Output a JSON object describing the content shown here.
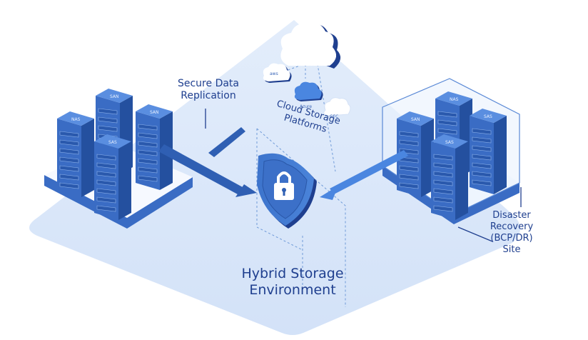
{
  "diagram": {
    "title": "Hybrid Storage Environment",
    "labels": {
      "replication": [
        "Secure Data",
        "Replication"
      ],
      "cloud_platforms": [
        "Cloud Storage",
        "Platforms"
      ],
      "disaster_recovery": [
        "Disaster",
        "Recovery",
        "(BCP/DR)",
        "Site"
      ],
      "environment": [
        "Hybrid Storage",
        "Environment"
      ]
    },
    "cloud_providers": [
      {
        "name": "aws",
        "label": "aws",
        "style": "outline"
      },
      {
        "name": "azure",
        "label": "Azure",
        "style": "filled"
      },
      {
        "name": "gcp",
        "label": "GFC",
        "style": "outline"
      }
    ],
    "primary_site": {
      "servers": [
        {
          "label": "NAS"
        },
        {
          "label": "SAN"
        },
        {
          "label": "SAN"
        },
        {
          "label": "SAS"
        }
      ]
    },
    "dr_site": {
      "servers": [
        {
          "label": "SAN"
        },
        {
          "label": "NAS"
        },
        {
          "label": "SAS"
        },
        {
          "label": "SAS"
        }
      ]
    },
    "center_icon": "shield-lock-icon",
    "colors": {
      "primary": "#2f5fb3",
      "dark": "#1f3f8f",
      "light_platform": "#dbe8fb",
      "accent_arrow": "#4a86e0",
      "background": "#ffffff"
    }
  }
}
